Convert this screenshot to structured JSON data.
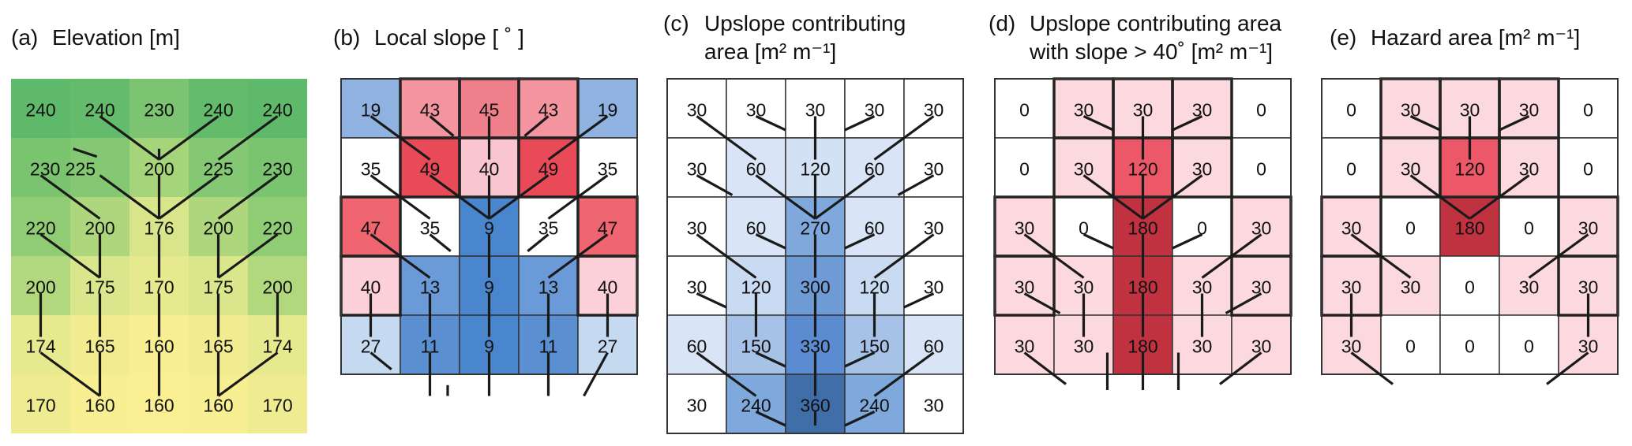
{
  "panels": [
    {
      "id": "a",
      "label": "(a)",
      "title_lines": [
        "Elevation [m]"
      ],
      "style": "elevation",
      "values": [
        [
          "240",
          "240",
          "230",
          "240",
          "240"
        ],
        [
          "230 225",
          "",
          "200",
          "225",
          "230"
        ],
        [
          "220",
          "200",
          "176",
          "200",
          "220"
        ],
        [
          "200",
          "175",
          "170",
          "175",
          "200"
        ],
        [
          "174",
          "165",
          "160",
          "165",
          "174"
        ],
        [
          "170",
          "160",
          "160",
          "160",
          "170"
        ]
      ],
      "cell_colors": [
        [
          "#5fb96a",
          "#63bb6b",
          "#7cc471",
          "#63bb6b",
          "#5fb96a"
        ],
        [
          "#7ac470",
          "#84c874",
          "#a5d47a",
          "#84c874",
          "#7ac470"
        ],
        [
          "#8fcc74",
          "#aed67c",
          "#d8e58a",
          "#aed67c",
          "#8fcc74"
        ],
        [
          "#b2d87d",
          "#d9e68b",
          "#e6e98d",
          "#d9e68b",
          "#b2d87d"
        ],
        [
          "#e6e98e",
          "#f1ec90",
          "#f8ee92",
          "#f1ec90",
          "#e6e98e"
        ],
        [
          "#efeb90",
          "#f8ee92",
          "#fbef93",
          "#f8ee92",
          "#efeb90"
        ]
      ]
    },
    {
      "id": "b",
      "label": "(b)",
      "title_lines": [
        "Local slope [ ˚ ]"
      ],
      "style": "grid",
      "values": [
        [
          "19",
          "43",
          "45",
          "43",
          "19"
        ],
        [
          "35",
          "49",
          "40",
          "49",
          "35"
        ],
        [
          "47",
          "35",
          "9",
          "35",
          "47"
        ],
        [
          "40",
          "13",
          "9",
          "13",
          "40"
        ],
        [
          "27",
          "11",
          "9",
          "11",
          "27"
        ]
      ],
      "cell_colors": [
        [
          "#8fb2e0",
          "#f4949f",
          "#ef7f8b",
          "#f4949f",
          "#8fb2e0"
        ],
        [
          "#ffffff",
          "#e84a58",
          "#f9c6cf",
          "#e84a58",
          "#ffffff"
        ],
        [
          "#ef6570",
          "#ffffff",
          "#4a86cd",
          "#ffffff",
          "#ef6570"
        ],
        [
          "#fbd0d8",
          "#6a9ad7",
          "#4a86cd",
          "#6a9ad7",
          "#fbd0d8"
        ],
        [
          "#c5d9f1",
          "#5a90d2",
          "#4a86cd",
          "#5a90d2",
          "#c5d9f1"
        ]
      ],
      "bold_cells": [
        [
          0,
          1
        ],
        [
          0,
          2
        ],
        [
          0,
          3
        ],
        [
          1,
          1
        ],
        [
          1,
          2
        ],
        [
          1,
          3
        ],
        [
          2,
          0
        ],
        [
          2,
          4
        ],
        [
          3,
          0
        ],
        [
          3,
          4
        ]
      ]
    },
    {
      "id": "c",
      "label": "(c)",
      "title_lines": [
        "Upslope contributing",
        "area [m² m⁻¹]"
      ],
      "style": "grid",
      "values": [
        [
          "30",
          "30",
          "30",
          "30",
          "30"
        ],
        [
          "30",
          "60",
          "120",
          "60",
          "30"
        ],
        [
          "30",
          "60",
          "270",
          "60",
          "30"
        ],
        [
          "30",
          "120",
          "300",
          "120",
          "30"
        ],
        [
          "60",
          "150",
          "330",
          "150",
          "60"
        ],
        [
          "30",
          "240",
          "360",
          "240",
          "30"
        ]
      ],
      "cell_colors": [
        [
          "#ffffff",
          "#ffffff",
          "#ffffff",
          "#ffffff",
          "#ffffff"
        ],
        [
          "#ffffff",
          "#d9e5f6",
          "#d2e1f4",
          "#d9e5f6",
          "#ffffff"
        ],
        [
          "#ffffff",
          "#d9e5f6",
          "#7fa8dc",
          "#d9e5f6",
          "#ffffff"
        ],
        [
          "#ffffff",
          "#c9dbf2",
          "#6e9ad6",
          "#c9dbf2",
          "#ffffff"
        ],
        [
          "#d9e5f6",
          "#a6c2e7",
          "#5b8bd0",
          "#a6c2e7",
          "#d9e5f6"
        ],
        [
          "#ffffff",
          "#7fa8dc",
          "#3f6ea8",
          "#7fa8dc",
          "#ffffff"
        ]
      ],
      "bold_cells": []
    },
    {
      "id": "d",
      "label": "(d)",
      "title_lines": [
        "Upslope contributing area",
        "with slope > 40˚ [m² m⁻¹]"
      ],
      "style": "grid",
      "values": [
        [
          "0",
          "30",
          "30",
          "30",
          "0"
        ],
        [
          "0",
          "30",
          "120",
          "30",
          "0"
        ],
        [
          "30",
          "0",
          "180",
          "0",
          "30"
        ],
        [
          "30",
          "30",
          "180",
          "30",
          "30"
        ],
        [
          "30",
          "30",
          "180",
          "30",
          "30"
        ]
      ],
      "cell_colors": [
        [
          "#ffffff",
          "#fbd9df",
          "#fbd9df",
          "#fbd9df",
          "#ffffff"
        ],
        [
          "#ffffff",
          "#fbd9df",
          "#ec5867",
          "#fbd9df",
          "#ffffff"
        ],
        [
          "#fbd9df",
          "#ffffff",
          "#c0323f",
          "#ffffff",
          "#fbd9df"
        ],
        [
          "#fbd9df",
          "#fbd9df",
          "#c0323f",
          "#fbd9df",
          "#fbd9df"
        ],
        [
          "#fbd9df",
          "#fbd9df",
          "#c0323f",
          "#fbd9df",
          "#fbd9df"
        ]
      ],
      "bold_cells": [
        [
          0,
          1
        ],
        [
          0,
          2
        ],
        [
          0,
          3
        ],
        [
          1,
          1
        ],
        [
          1,
          2
        ],
        [
          1,
          3
        ],
        [
          2,
          0
        ],
        [
          2,
          4
        ],
        [
          3,
          0
        ],
        [
          3,
          4
        ]
      ]
    },
    {
      "id": "e",
      "label": "(e)",
      "title_lines": [
        "Hazard area [m² m⁻¹]"
      ],
      "style": "grid",
      "values": [
        [
          "0",
          "30",
          "30",
          "30",
          "0"
        ],
        [
          "0",
          "30",
          "120",
          "30",
          "0"
        ],
        [
          "30",
          "0",
          "180",
          "0",
          "30"
        ],
        [
          "30",
          "30",
          "0",
          "30",
          "30"
        ],
        [
          "30",
          "0",
          "0",
          "0",
          "30"
        ]
      ],
      "cell_colors": [
        [
          "#ffffff",
          "#fbd9df",
          "#fbd9df",
          "#fbd9df",
          "#ffffff"
        ],
        [
          "#ffffff",
          "#fbd9df",
          "#ec5867",
          "#fbd9df",
          "#ffffff"
        ],
        [
          "#fbd9df",
          "#ffffff",
          "#c0323f",
          "#ffffff",
          "#fbd9df"
        ],
        [
          "#fbd9df",
          "#fbd9df",
          "#ffffff",
          "#fbd9df",
          "#fbd9df"
        ],
        [
          "#fbd9df",
          "#ffffff",
          "#ffffff",
          "#ffffff",
          "#fbd9df"
        ]
      ],
      "bold_cells": [
        [
          0,
          1
        ],
        [
          0,
          2
        ],
        [
          0,
          3
        ],
        [
          1,
          1
        ],
        [
          1,
          2
        ],
        [
          1,
          3
        ],
        [
          2,
          0
        ],
        [
          2,
          4
        ],
        [
          3,
          0
        ],
        [
          3,
          4
        ]
      ]
    }
  ],
  "colors": {
    "text": "#111111",
    "flow_line": "#1a1a1a",
    "grid_line": "#333333"
  }
}
